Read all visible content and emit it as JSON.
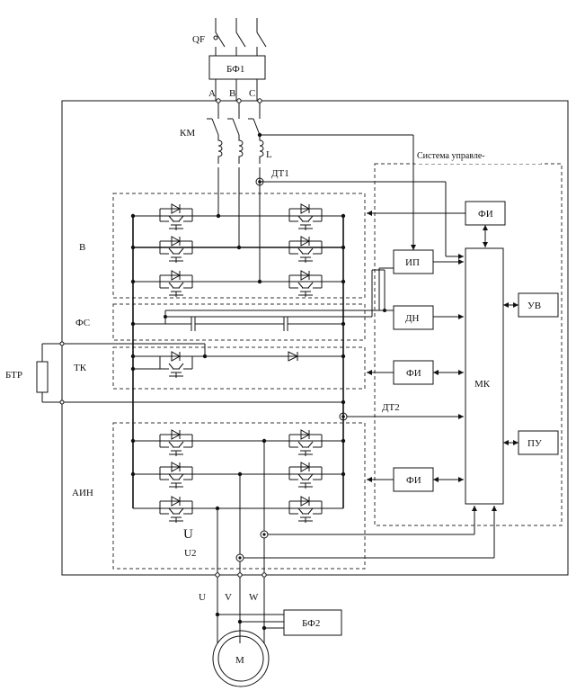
{
  "labels": {
    "qf": "QF",
    "bf1": "БФ1",
    "phase_a": "A",
    "phase_b": "B",
    "phase_c": "C",
    "km": "КМ",
    "inductor_l": "L",
    "dt1": "ДТ1",
    "control_system": "Система управле-",
    "b": "В",
    "fs": "ФС",
    "tk": "ТК",
    "btr": "БТР",
    "ain": "АИН",
    "u_out": "U",
    "u2": "U2",
    "dt2": "ДТ2",
    "fi": "ФИ",
    "ip": "ИП",
    "dn": "ДН",
    "mk": "МК",
    "uv": "УВ",
    "pu": "ПУ",
    "u": "U",
    "v": "V",
    "w": "W",
    "bf2": "БФ2",
    "motor": "М"
  }
}
